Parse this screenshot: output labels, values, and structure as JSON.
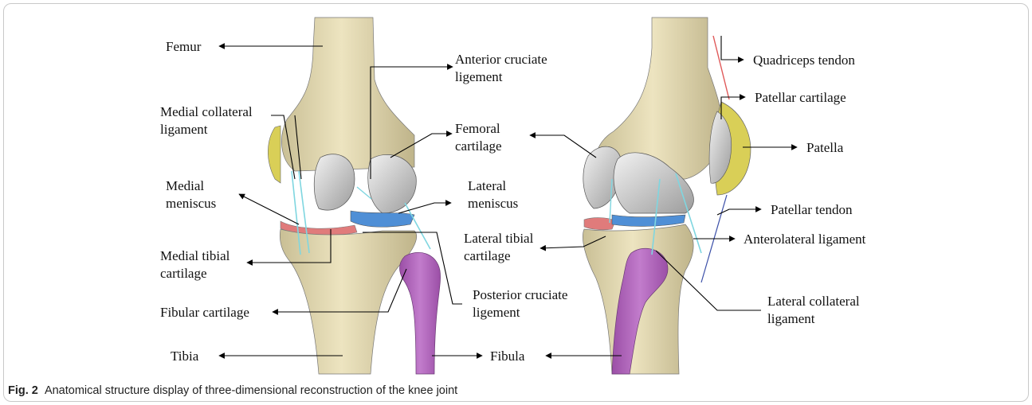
{
  "labels": {
    "femur": "Femur",
    "anterior_cruciate_1": "Anterior cruciate",
    "anterior_cruciate_2": "ligement",
    "medial_collateral_1": "Medial collateral",
    "medial_collateral_2": "ligament",
    "femoral_cartilage_1": "Femoral",
    "femoral_cartilage_2": "cartilage",
    "medial_meniscus_1": "Medial",
    "medial_meniscus_2": "meniscus",
    "lateral_meniscus_1": "Lateral",
    "lateral_meniscus_2": "meniscus",
    "medial_tibial_1": "Medial tibial",
    "medial_tibial_2": "cartilage",
    "lateral_tibial_1": "Lateral tibial",
    "lateral_tibial_2": "cartilage",
    "posterior_cruciate_1": "Posterior cruciate",
    "posterior_cruciate_2": "ligement",
    "fibular_cartilage": "Fibular cartilage",
    "tibia": "Tibia",
    "fibula": "Fibula",
    "quadriceps_tendon": "Quadriceps tendon",
    "patellar_cartilage": "Patellar cartilage",
    "patella": "Patella",
    "patellar_tendon": "Patellar tendon",
    "anterolateral_ligament": "Anterolateral ligament",
    "lateral_collateral_1": "Lateral collateral",
    "lateral_collateral_2": "ligament"
  },
  "caption": {
    "number": "Fig. 2",
    "text": "Anatomical structure display of three-dimensional reconstruction of the knee joint"
  },
  "colors": {
    "bone": "#e6dcb4",
    "cartilage": "#cfcfcf",
    "meniscus_blue": "#4f8fd6",
    "meniscus_red": "#e07b7b",
    "fibula": "#b56bbf",
    "patella": "#d9cf57",
    "ligament": "#7fd6e0"
  }
}
